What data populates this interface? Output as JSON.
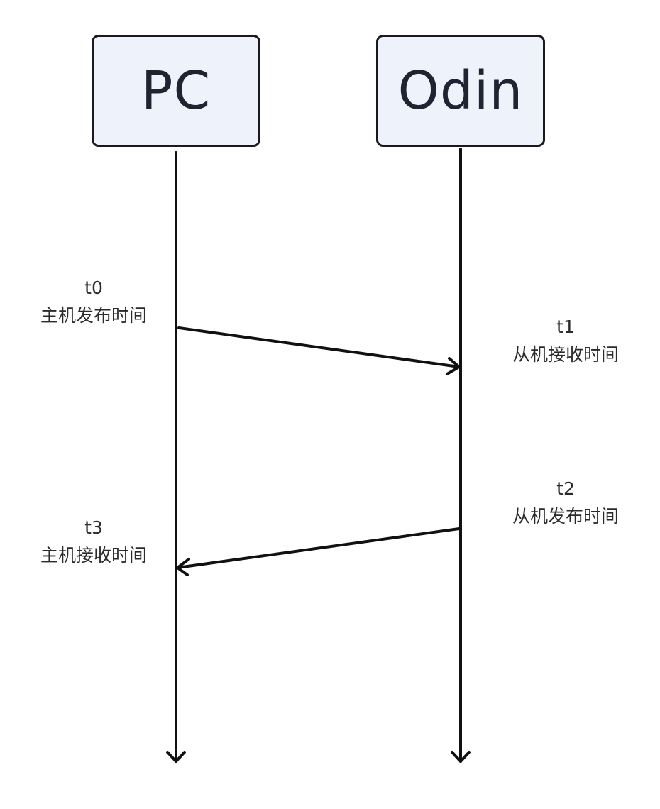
{
  "actors": {
    "pc": {
      "label": "PC"
    },
    "odin": {
      "label": "Odin"
    }
  },
  "events": {
    "t0": {
      "time": "t0",
      "description": "主机发布时间"
    },
    "t1": {
      "time": "t1",
      "description": "从机接收时间"
    },
    "t2": {
      "time": "t2",
      "description": "从机发布时间"
    },
    "t3": {
      "time": "t3",
      "description": "主机接收时间"
    }
  },
  "messages": [
    {
      "from": "pc",
      "to": "odin",
      "start_event": "t0",
      "end_event": "t1"
    },
    {
      "from": "odin",
      "to": "pc",
      "start_event": "t2",
      "end_event": "t3"
    }
  ],
  "colors": {
    "box_fill": "#eef3fb",
    "stroke": "#111111",
    "text": "#2a2a2a"
  }
}
